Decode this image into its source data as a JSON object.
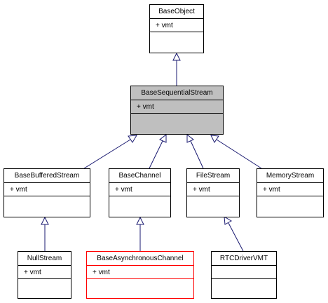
{
  "colors": {
    "edge": "#191970",
    "highlight_fill": "#bfbfbf",
    "box_border": "#000000",
    "red_border": "#ff0000"
  },
  "classes": {
    "base_object": {
      "name": "BaseObject",
      "attr": "+ vmt"
    },
    "base_sequential_stream": {
      "name": "BaseSequentialStream",
      "attr": "+ vmt"
    },
    "base_buffered_stream": {
      "name": "BaseBufferedStream",
      "attr": "+ vmt"
    },
    "base_channel": {
      "name": "BaseChannel",
      "attr": "+ vmt"
    },
    "file_stream": {
      "name": "FileStream",
      "attr": "+ vmt"
    },
    "memory_stream": {
      "name": "MemoryStream",
      "attr": "+ vmt"
    },
    "null_stream": {
      "name": "NullStream",
      "attr": "+ vmt"
    },
    "base_asynchronous_channel": {
      "name": "BaseAsynchronousChannel",
      "attr": "+ vmt"
    },
    "rtc_driver_vmt": {
      "name": "RTCDriverVMT"
    }
  }
}
